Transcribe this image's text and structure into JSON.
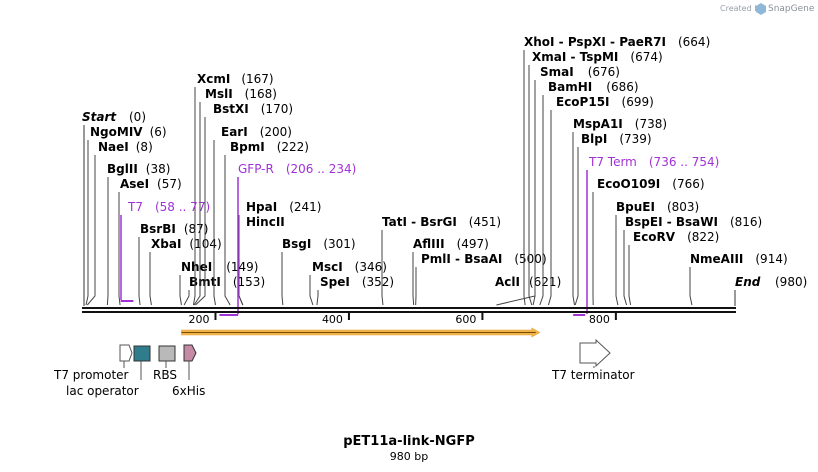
{
  "header": {
    "credit": "Created by",
    "brand": "SnapGene"
  },
  "map": {
    "title": "pET11a-link-NGFP",
    "length_label": "980 bp",
    "total_bp": 980,
    "start_label": "Start",
    "start_pos": "(0)",
    "end_label": "End",
    "end_pos": "(980)"
  },
  "enzymes": [
    {
      "name": "NgoMIV",
      "pos": 6,
      "label": "(6)"
    },
    {
      "name": "NaeI",
      "pos": 8,
      "label": "(8)"
    },
    {
      "name": "BglII",
      "pos": 38,
      "label": "(38)"
    },
    {
      "name": "AseI",
      "pos": 57,
      "label": "(57)"
    },
    {
      "name": "BsrBI",
      "pos": 87,
      "label": "(87)"
    },
    {
      "name": "XbaI",
      "pos": 104,
      "label": "(104)"
    },
    {
      "name": "NheI",
      "pos": 149,
      "label": "(149)"
    },
    {
      "name": "BmtI",
      "pos": 153,
      "label": "(153)"
    },
    {
      "name": "XcmI",
      "pos": 167,
      "label": "(167)"
    },
    {
      "name": "MslI",
      "pos": 168,
      "label": "(168)"
    },
    {
      "name": "BstXI",
      "pos": 170,
      "label": "(170)"
    },
    {
      "name": "EarI",
      "pos": 200,
      "label": "(200)"
    },
    {
      "name": "BpmI",
      "pos": 222,
      "label": "(222)"
    },
    {
      "name": "HpaI",
      "pos": 241,
      "label": "(241)"
    },
    {
      "name": "HincII",
      "pos": 241,
      "label": ""
    },
    {
      "name": "BsgI",
      "pos": 301,
      "label": "(301)"
    },
    {
      "name": "MscI",
      "pos": 346,
      "label": "(346)"
    },
    {
      "name": "SpeI",
      "pos": 352,
      "label": "(352)"
    },
    {
      "name": "TatI  -  BsrGI",
      "pos": 451,
      "label": "(451)"
    },
    {
      "name": "AflIII",
      "pos": 497,
      "label": "(497)"
    },
    {
      "name": "PmlI  -  BsaAI",
      "pos": 500,
      "label": "(500)"
    },
    {
      "name": "AclI",
      "pos": 621,
      "label": "(621)"
    },
    {
      "name": "XhoI  -  PspXI  -  PaeR7I",
      "pos": 664,
      "label": "(664)"
    },
    {
      "name": "XmaI  -  TspMI",
      "pos": 674,
      "label": "(674)"
    },
    {
      "name": "SmaI",
      "pos": 676,
      "label": "(676)"
    },
    {
      "name": "BamHI",
      "pos": 686,
      "label": "(686)"
    },
    {
      "name": "EcoP15I",
      "pos": 699,
      "label": "(699)"
    },
    {
      "name": "MspA1I",
      "pos": 738,
      "label": "(738)"
    },
    {
      "name": "BlpI",
      "pos": 739,
      "label": "(739)"
    },
    {
      "name": "EcoO109I",
      "pos": 766,
      "label": "(766)"
    },
    {
      "name": "BpuEI",
      "pos": 803,
      "label": "(803)"
    },
    {
      "name": "BspEI  -  BsaWI",
      "pos": 816,
      "label": "(816)"
    },
    {
      "name": "EcoRV",
      "pos": 822,
      "label": "(822)"
    },
    {
      "name": "NmeAIII",
      "pos": 914,
      "label": "(914)"
    }
  ],
  "primers": [
    {
      "name": "T7",
      "start": 58,
      "end": 77,
      "label": "(58 .. 77)"
    },
    {
      "name": "GFP-R",
      "start": 206,
      "end": 234,
      "label": "(206 .. 234)"
    },
    {
      "name": "T7 Term",
      "start": 736,
      "end": 754,
      "label": "(736 .. 754)"
    }
  ],
  "ruler": {
    "ticks": [
      200,
      400,
      600,
      800
    ],
    "tick_labels": [
      "200",
      "400",
      "600",
      "800"
    ]
  },
  "orf": {
    "start": 149,
    "end": 686,
    "color": "#e8a33a"
  },
  "features": [
    {
      "name": "T7 promoter",
      "type": "promoter",
      "pos": 58
    },
    {
      "name": "lac operator",
      "type": "operator",
      "pos": 80
    },
    {
      "name": "RBS",
      "type": "rbs",
      "pos": 120
    },
    {
      "name": "6xHis",
      "type": "tag",
      "pos": 158
    },
    {
      "name": "T7 terminator",
      "type": "terminator",
      "pos": 736
    }
  ],
  "colors": {
    "primer": "#a032d6",
    "operator": "#2f7d8c",
    "rbs": "#b9b9b9",
    "his": "#c58aa6",
    "orf_fill": "#f0b548"
  }
}
